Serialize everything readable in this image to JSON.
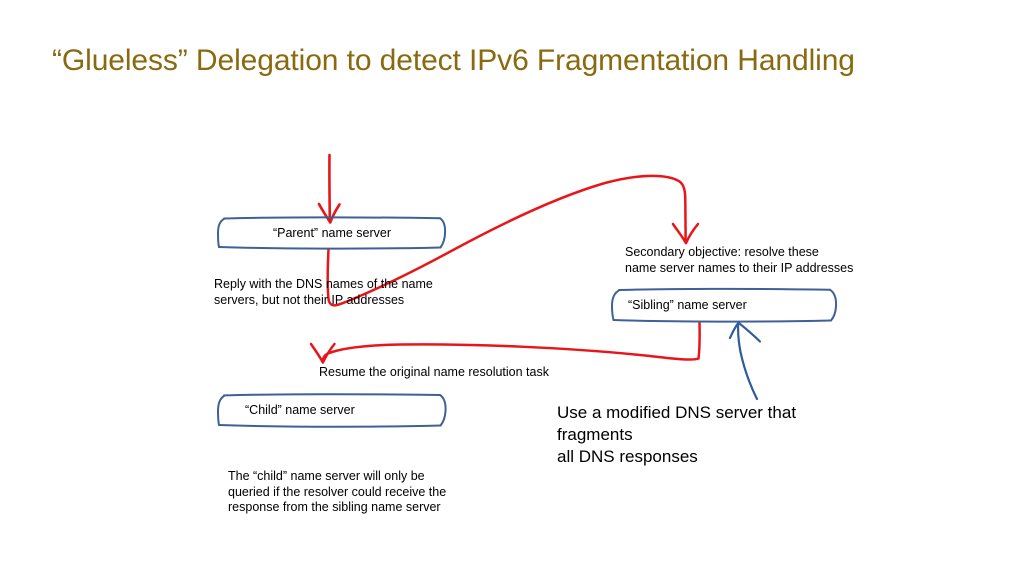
{
  "slide": {
    "title": "“Glueless” Delegation to detect IPv6 Fragmentation Handling",
    "title_color": "#8a6a10",
    "background_color": "#ffffff"
  },
  "colors": {
    "box_ink": "#3f6198",
    "red_ink": "#e8161a",
    "blue_ink": "#2f5c9e",
    "text": "#000000"
  },
  "boxes": [
    {
      "id": "parent-name-server",
      "label": "“Parent” name server",
      "align": "center"
    },
    {
      "id": "sibling-name-server",
      "label": "“Sibling” name server",
      "align": "left"
    },
    {
      "id": "child-name-server",
      "label": "“Child” name server",
      "align": "left"
    }
  ],
  "annotations": [
    {
      "id": "reply-with-dns-names",
      "text": "Reply with the DNS names of the name\nservers, but not their IP addresses"
    },
    {
      "id": "secondary-objective",
      "text": "Secondary objective: resolve these\nname server names to their IP addresses"
    },
    {
      "id": "resume-original-task",
      "text": "Resume the original name resolution task"
    },
    {
      "id": "use-modified-dns-server",
      "text": "Use a modified DNS server that fragments\nall DNS responses"
    },
    {
      "id": "child-queried-note",
      "text": "The “child” name server will only be\nqueried if the resolver could receive the\nresponse from the sibling name server"
    }
  ],
  "arrows": [
    {
      "id": "incoming-query-arrow",
      "color": "#e8161a",
      "from": "top",
      "to": "parent-name-server"
    },
    {
      "id": "parent-reply-arrow",
      "color": "#e8161a",
      "from": "parent-name-server",
      "to": "secondary-objective"
    },
    {
      "id": "sibling-resume-arrow",
      "color": "#e8161a",
      "from": "sibling-name-server",
      "to": "resume-original-task"
    },
    {
      "id": "modified-server-arrow",
      "color": "#2f5c9e",
      "from": "use-modified-dns-server",
      "to": "sibling-name-server"
    }
  ]
}
